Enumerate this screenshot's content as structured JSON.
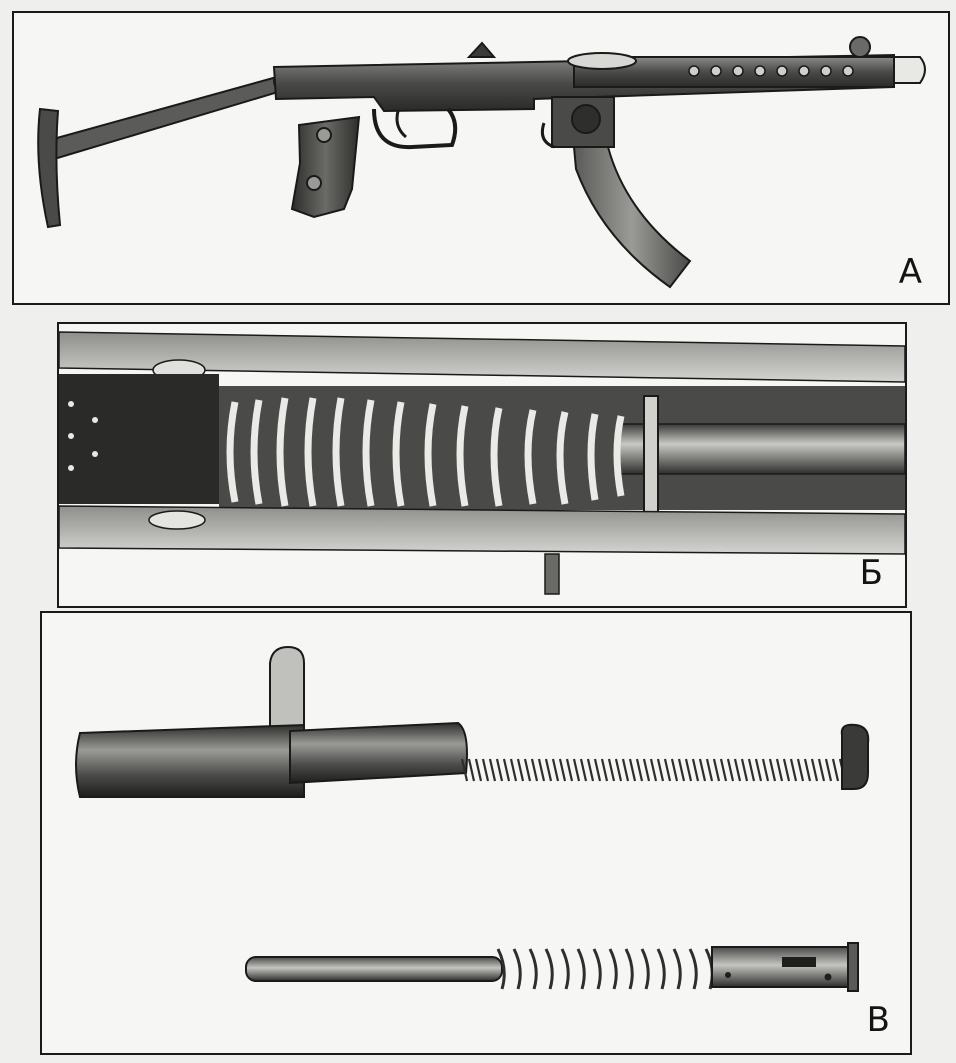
{
  "figure": {
    "panels": [
      {
        "label": "А"
      },
      {
        "label": "Б"
      },
      {
        "label": "В"
      }
    ]
  },
  "colors": {
    "ink": "#1a1a1a",
    "metal_dark": "#3a3a3a",
    "metal_mid": "#6d6d6d",
    "metal_light": "#b9b9b6",
    "paper": "#f6f6f4"
  }
}
